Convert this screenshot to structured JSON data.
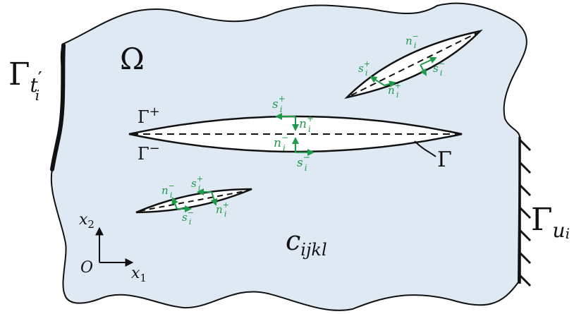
{
  "domain_labels": {
    "region": "Ω",
    "traction_boundary_symbol": "Γ",
    "traction_boundary_sub": "t",
    "traction_boundary_prime": "′",
    "traction_boundary_index": "i",
    "displacement_boundary_symbol": "Γ",
    "displacement_boundary_sub": "u",
    "displacement_boundary_index": "i",
    "stiffness_main": "c",
    "stiffness_sub": "ijkl",
    "crack_label": "Γ",
    "upper_face_symbol": "Γ",
    "upper_face_sup": "+",
    "lower_face_symbol": "Γ",
    "lower_face_sup": "−"
  },
  "axes": {
    "origin": "O",
    "x1_main": "x",
    "x1_sub": "1",
    "x2_main": "x",
    "x2_sub": "2"
  },
  "vectors": {
    "s": "s",
    "n": "n",
    "i": "i",
    "plus": "+",
    "minus": "−"
  },
  "colors": {
    "body_fill": "#dfe9f4",
    "outline": "#111111",
    "vector_green": "#1f9a4a"
  }
}
